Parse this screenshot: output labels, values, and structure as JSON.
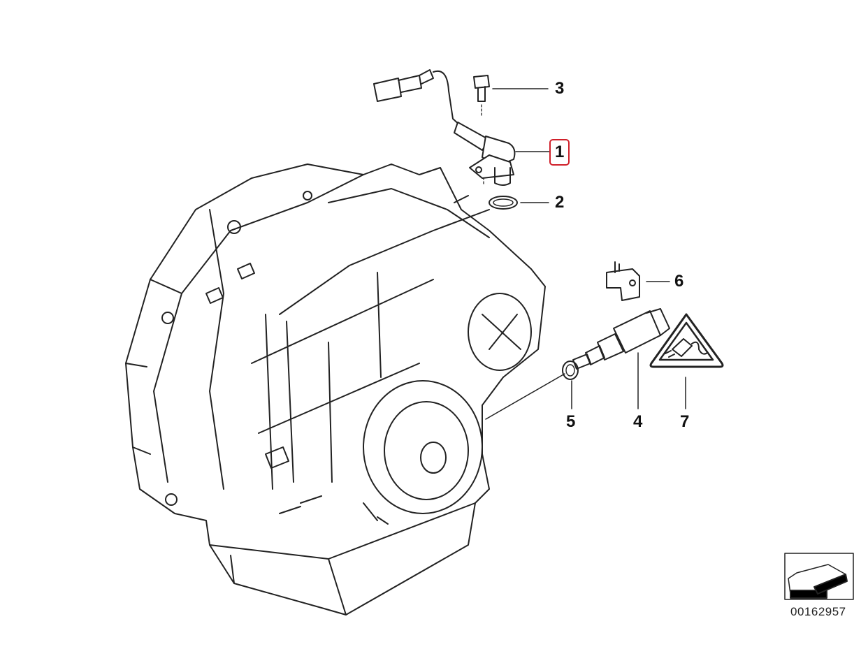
{
  "diagram": {
    "callouts": [
      {
        "number": "1",
        "part": "sensor",
        "highlighted": true
      },
      {
        "number": "2",
        "part": "o-ring"
      },
      {
        "number": "3",
        "part": "bolt"
      },
      {
        "number": "4",
        "part": "switch"
      },
      {
        "number": "5",
        "part": "sealing-ring"
      },
      {
        "number": "6",
        "part": "bracket"
      },
      {
        "number": "7",
        "part": "warning-label"
      }
    ],
    "reference_number": "00162957",
    "highlight_color": "#d0202a"
  }
}
